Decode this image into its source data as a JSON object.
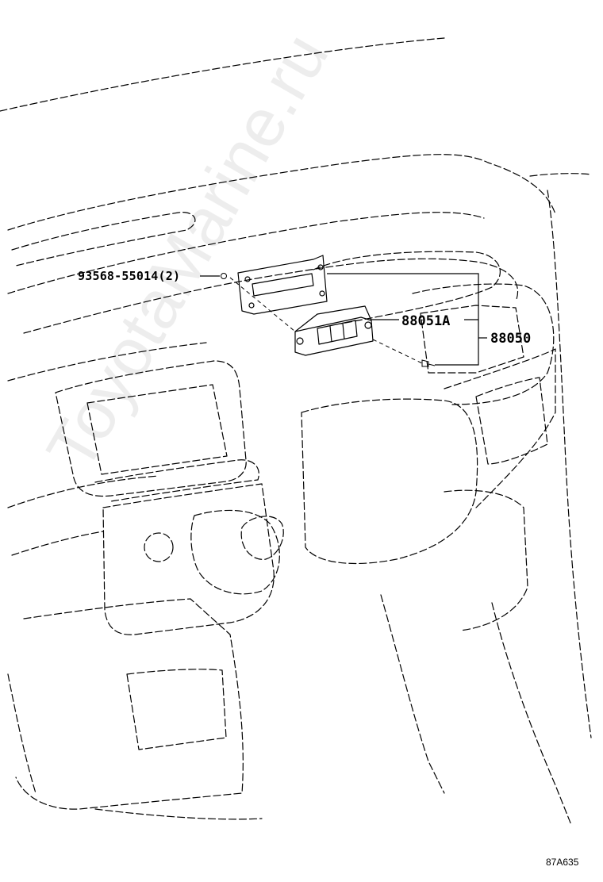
{
  "parts": {
    "screw": "93568-55014(2)",
    "switch": "88051A",
    "assembly": "88050"
  },
  "diagram_code": "87A635",
  "watermark": "ToyotaMarine.ru"
}
